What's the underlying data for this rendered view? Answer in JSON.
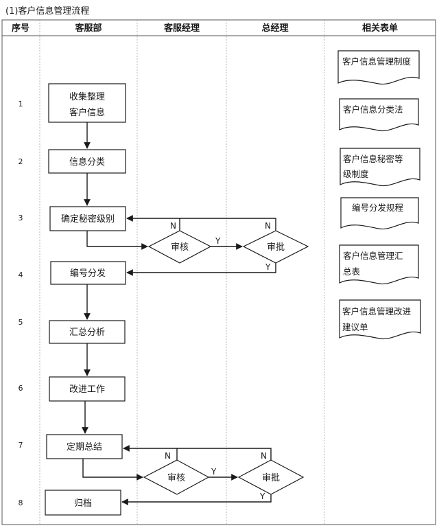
{
  "title": "(1)客户信息管理流程",
  "columns": {
    "seq": "序号",
    "service_dept": "客服部",
    "service_manager": "客服经理",
    "general_manager": "总经理",
    "forms": "相关表单"
  },
  "row_numbers": [
    "1",
    "2",
    "3",
    "4",
    "5",
    "6",
    "7",
    "8"
  ],
  "steps": {
    "collect_line1": "收集整理",
    "collect_line2": "客户信息",
    "classify": "信息分类",
    "confidential": "确定秘密级别",
    "numbering": "编号分发",
    "analysis": "汇总分析",
    "improve": "改进工作",
    "summary": "定期总结",
    "archive": "归档"
  },
  "decisions": {
    "review": "审核",
    "approve": "审批"
  },
  "labels": {
    "yes": "Y",
    "no": "N"
  },
  "documents": [
    [
      "客户信息管理制度"
    ],
    [
      "客户信息分类法"
    ],
    [
      "客户信息秘密等",
      "级制度"
    ],
    [
      "编号分发规程"
    ],
    [
      "客户信息管理汇",
      "总表"
    ],
    [
      "客户信息管理改进",
      "建议单"
    ]
  ],
  "colors": {
    "line": "#1a1a1a",
    "grid": "#9a9a9a",
    "background": "#ffffff"
  }
}
